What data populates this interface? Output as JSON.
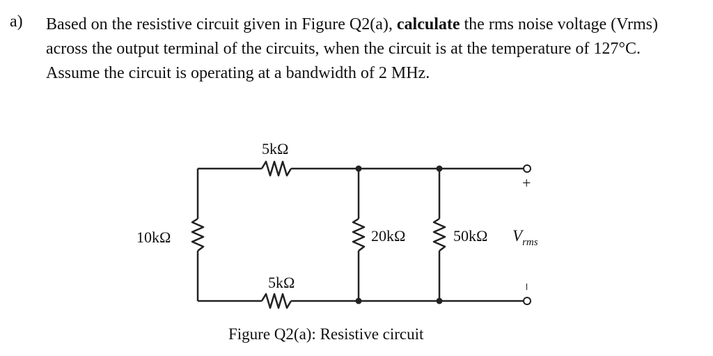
{
  "question": {
    "label": "a)",
    "text_before": "Based on the resistive circuit given in Figure Q2(a), ",
    "text_bold": "calculate",
    "text_after": " the rms noise voltage (Vrms) across the output terminal of the circuits, when the circuit is at the temperature of 127°C. Assume the circuit is operating at a bandwidth of 2 MHz."
  },
  "circuit": {
    "r_top": "5kΩ",
    "r_bottom": "5kΩ",
    "r_left": "10kΩ",
    "r_mid": "20kΩ",
    "r_right": "50kΩ",
    "output_label_main": "V",
    "output_label_sub": "rms",
    "terminal_plus": "+",
    "terminal_minus": "−"
  },
  "figure": {
    "caption": "Figure Q2(a): Resistive circuit"
  }
}
